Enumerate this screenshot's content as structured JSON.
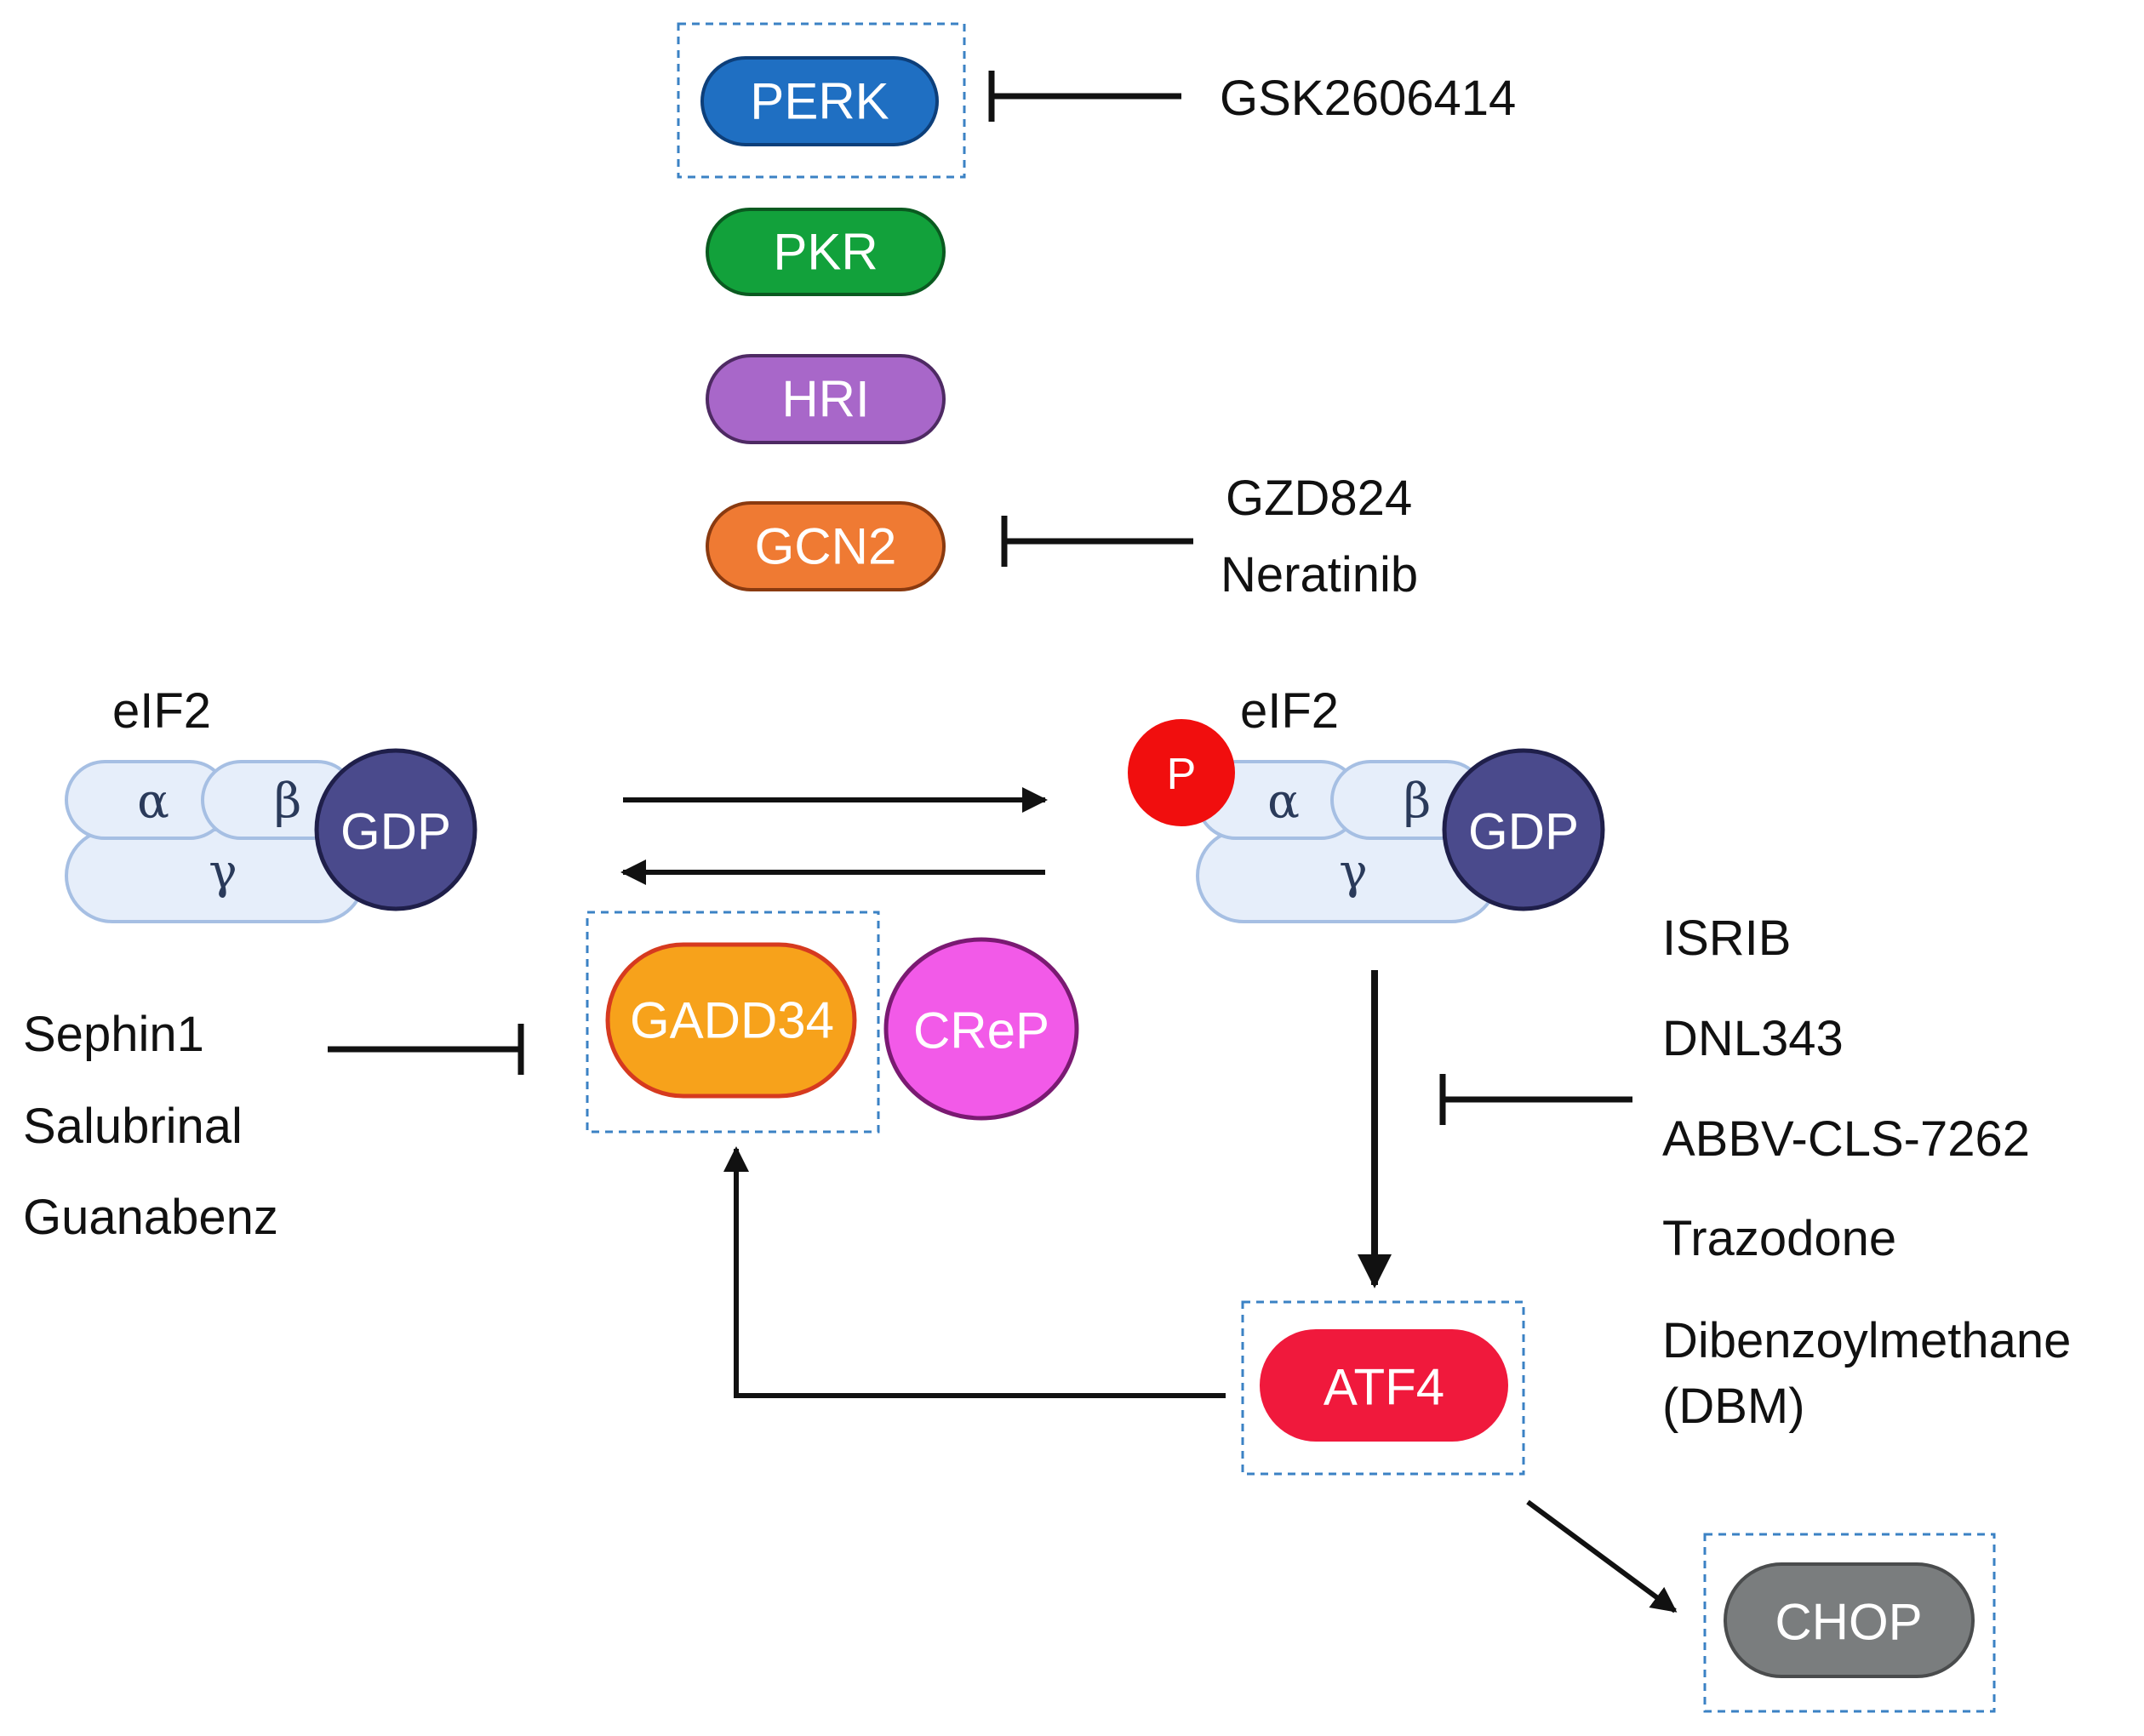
{
  "kinases": {
    "perk": "PERK",
    "pkr": "PKR",
    "hri": "HRI",
    "gcn2": "GCN2"
  },
  "inhibitors": {
    "perk": [
      "GSK2606414"
    ],
    "gcn2": [
      "GZD824",
      "Neratinib"
    ],
    "phosphatase": [
      "Sephin1",
      "Salubrinal",
      "Guanabenz"
    ],
    "isr": [
      "ISRIB",
      "DNL343",
      "ABBV-CLS-7262",
      "Trazodone",
      "Dibenzoylmethane",
      "(DBM)"
    ]
  },
  "eif2_left": {
    "label": "eIF2",
    "alpha": "α",
    "beta": "β",
    "gamma": "γ",
    "gdp": "GDP"
  },
  "eif2_right": {
    "label": "eIF2",
    "phospho": "P",
    "alpha": "α",
    "beta": "β",
    "gamma": "γ",
    "gdp": "GDP"
  },
  "nodes": {
    "gadd34": "GADD34",
    "crep": "CReP",
    "atf4": "ATF4",
    "chop": "CHOP"
  },
  "colors": {
    "perk": "#1f6fc2",
    "pkr": "#12a13b",
    "hri": "#a867c9",
    "gcn2": "#ef7a33",
    "gadd34": "#f7a21b",
    "crep": "#f25ae8",
    "atf4": "#f0193c",
    "chop": "#7a7d7e",
    "gdp": "#4a4a8c",
    "phospho": "#f10e0e",
    "eif2_fill": "#e6eefa",
    "eif2_stroke": "#a6bfe3",
    "dashed_box": "#3b82c4"
  }
}
